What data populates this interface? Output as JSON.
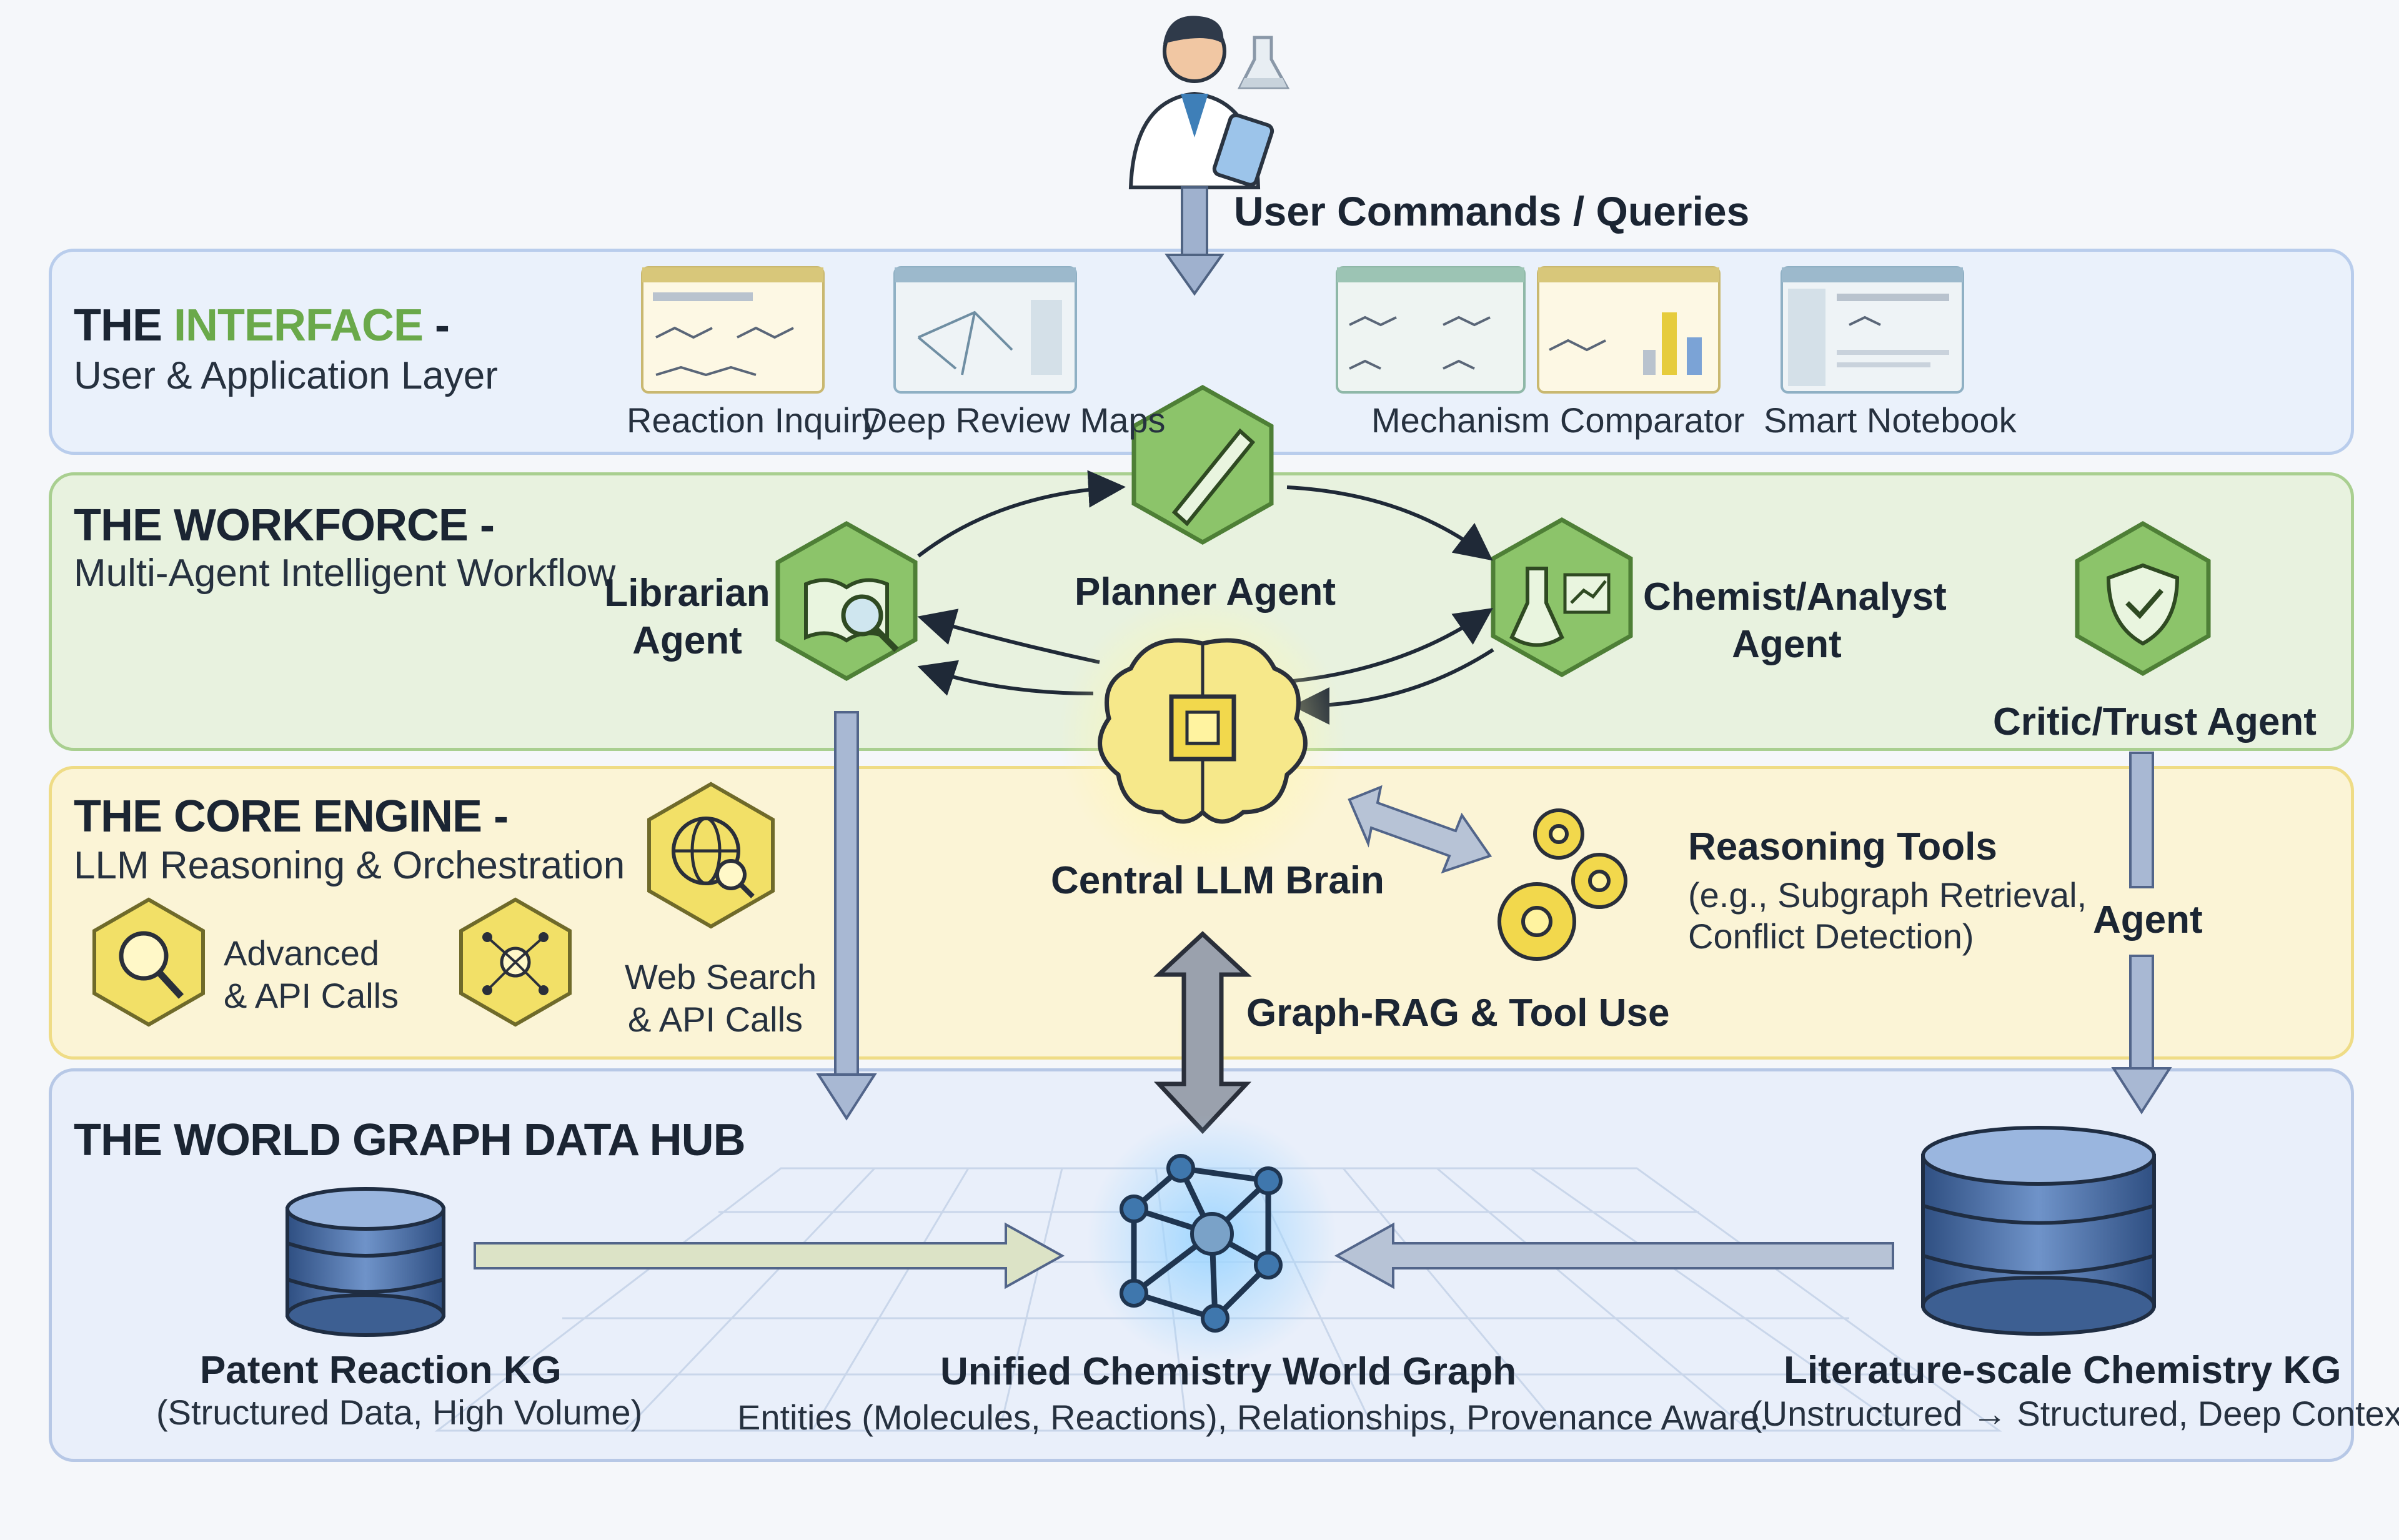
{
  "user": {
    "label": "User Commands / Queries"
  },
  "interface": {
    "title_prefix": "THE ",
    "title_accent": "INTERFACE",
    "title_suffix": " -",
    "subtitle": "User & Application Layer",
    "apps": [
      "Reaction Inquiry",
      "Deep Review Maps",
      "Mechanism Comparator",
      "Smart Notebook"
    ]
  },
  "workforce": {
    "title": "THE WORKFORCE -",
    "subtitle": "Multi-Agent Intelligent Workflow",
    "agents": {
      "librarian": [
        "Librarian",
        "Agent"
      ],
      "planner": "Planner Agent",
      "chemist": [
        "Chemist/Analyst",
        "Agent"
      ],
      "critic": "Critic/Trust Agent"
    }
  },
  "core": {
    "title": "THE CORE ENGINE -",
    "subtitle": "LLM Reasoning & Orchestration",
    "tools": [
      {
        "lines": [
          "Advanced",
          "& API Calls"
        ],
        "icon": "magnifier-icon"
      },
      {
        "lines": [],
        "icon": "network-user-icon"
      },
      {
        "lines": [
          "Web Search",
          "& API Calls"
        ],
        "icon": "globe-search-icon"
      }
    ],
    "brain": "Central LLM Brain",
    "reasoning_title": "Reasoning Tools",
    "reasoning_lines": [
      "(e.g., Subgraph Retrieval,",
      "Conflict Detection)"
    ],
    "agent_label": "Agent",
    "graph_rag": "Graph-RAG & Tool Use"
  },
  "hub": {
    "title": "THE WORLD GRAPH DATA HUB",
    "left_title": "Patent Reaction KG",
    "left_sub": "(Structured Data, High Volume)",
    "center_title": "Unified Chemistry World Graph",
    "center_sub": "Entities (Molecules, Reactions), Relationships, Provenance Aware.",
    "right_title": "Literature-scale Chemistry KG",
    "right_sub": "(Unstructured → Structured, Deep Context)"
  },
  "colors": {
    "blue": "#e9f0fb",
    "green": "#e8f2e0",
    "yellow": "#fbf4d8",
    "accent_green": "#6aa94a",
    "hex_green": "#8cc46a",
    "hex_yellow": "#f2e067",
    "arrow": "#8fa6c9"
  }
}
